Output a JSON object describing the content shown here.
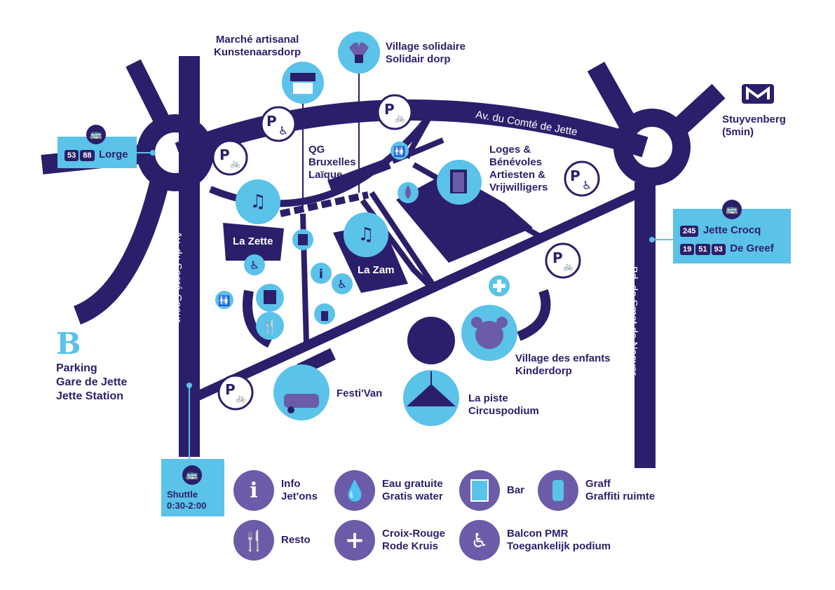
{
  "colors": {
    "navy": "#2b1f6b",
    "light_blue": "#5bc2ea",
    "purple": "#6b5ba8",
    "white": "#ffffff"
  },
  "streets": {
    "comte_de_jette": "Av. du Comté de Jette",
    "sacre_coeur": "Av. du Sacré-Coeur",
    "smet_de_naeyer": "Bd. de Smet de Naeyer"
  },
  "places": {
    "marche": [
      "Marché artisanal",
      "Kunstenaarsdorp"
    ],
    "village_solidaire": [
      "Village solidaire",
      "Solidair dorp"
    ],
    "qg": [
      "QG",
      "Bruxelles",
      "Laïque"
    ],
    "loges": [
      "Loges &",
      "Bénévoles",
      "Artiesten &",
      "Vrijwilligers"
    ],
    "la_zette": "La Zette",
    "la_zam": "La Zam",
    "festivan": "Festi'Van",
    "enfants": [
      "Village des enfants",
      "Kinderdorp"
    ],
    "piste": [
      "La piste",
      "Circuspodium"
    ]
  },
  "transit": {
    "metro": {
      "icon": "metro-icon",
      "name": "Stuyvenberg",
      "time": "(5min)"
    },
    "lorge": {
      "icon": "bus-icon",
      "lines": [
        "53",
        "88"
      ],
      "name": "Lorge"
    },
    "jette_crocq": {
      "icon": "bus-icon",
      "lines": [
        "245"
      ],
      "name": "Jette Crocq"
    },
    "de_greef": {
      "lines": [
        "19",
        "51",
        "93"
      ],
      "name": "De Greef"
    },
    "shuttle": {
      "icon": "bus-icon",
      "name": "Shuttle",
      "time": "0:30-2:00"
    },
    "parking": {
      "icon": "sncb-b-logo",
      "lines": [
        "Parking",
        "Gare de Jette",
        "Jette Station"
      ]
    }
  },
  "legend": [
    {
      "icon": "info-icon",
      "lines": [
        "Info",
        "Jet'ons"
      ]
    },
    {
      "icon": "water-drop-icon",
      "lines": [
        "Eau gratuite",
        "Gratis water"
      ]
    },
    {
      "icon": "cup-icon",
      "lines": [
        "Bar"
      ]
    },
    {
      "icon": "spray-can-icon",
      "lines": [
        "Graff",
        "Graffiti ruimte"
      ]
    },
    {
      "icon": "fork-knife-icon",
      "lines": [
        "Resto"
      ]
    },
    {
      "icon": "cross-icon",
      "lines": [
        "Croix-Rouge",
        "Rode Kruis"
      ]
    },
    {
      "icon": "wheelchair-icon",
      "lines": [
        "Balcon PMR",
        "Toegankelijk podium"
      ]
    }
  ]
}
